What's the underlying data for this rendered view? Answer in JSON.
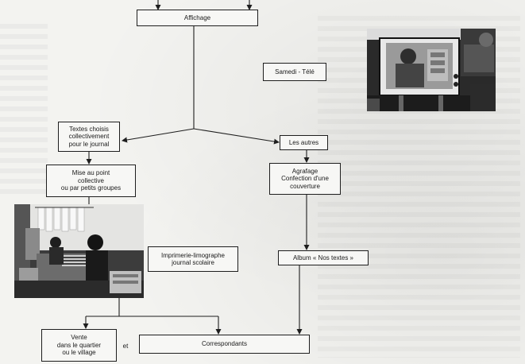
{
  "nodes": {
    "affichage": "Affichage",
    "samedi_tele": "Samedi - Télé",
    "textes_choisis": "Textes choisis\ncollectivement\npour le journal",
    "les_autres": "Les autres",
    "mise_au_point": "Mise au point\ncollective\nou par petits groupes",
    "agrafage": "Agrafage\nConfection d'une\ncouverture",
    "imprimerie": "Imprimerie-limographe\njournal scolaire",
    "album": "Album « Nos textes »",
    "vente": "Vente\ndans le quartier\nou le village",
    "et": "et",
    "correspondants": "Correspondants"
  },
  "photos": {
    "tv_photo": "television-set-photo",
    "class_photo": "classroom-printing-photo"
  },
  "colors": {
    "line": "#1e1e1e",
    "paper": "#f3f3f0"
  }
}
